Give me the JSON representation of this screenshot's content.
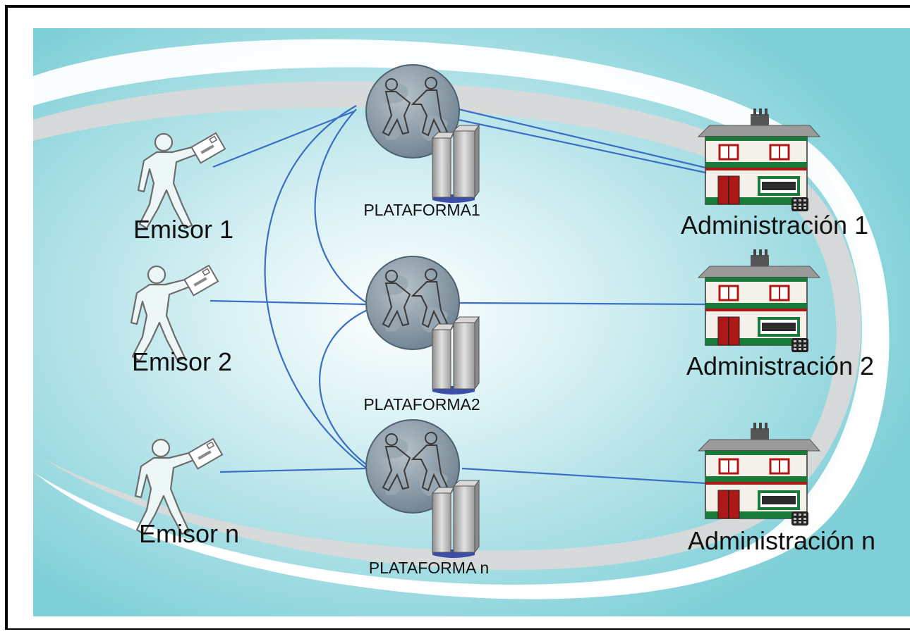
{
  "emisores": [
    {
      "label": "Emisor 1"
    },
    {
      "label": "Emisor 2"
    },
    {
      "label": "Emisor n"
    }
  ],
  "plataformas": [
    {
      "label": "PLATAFORMA1"
    },
    {
      "label": "PLATAFORMA2"
    },
    {
      "label": "PLATAFORMA n"
    }
  ],
  "administraciones": [
    {
      "label": "Administración 1"
    },
    {
      "label": "Administración 2"
    },
    {
      "label": "Administración n"
    }
  ],
  "colors": {
    "background_outer": "#7ecfd7",
    "background_center": "#ffffff",
    "link_line": "#3a6fc4",
    "swoosh": "#ffffff",
    "swoosh_shadow": "#d9d9d9",
    "building_wall": "#f4f1ea",
    "building_roof": "#9a9a9a",
    "building_trim": "#1a7a3a",
    "building_door": "#b01818",
    "server_body": "#b9b9b9",
    "server_base": "#3c4ea8",
    "globe": "#8fa0ac"
  },
  "icons": {
    "emisor": "person-with-letter-icon",
    "plataforma": "globe-handshake-server-icon",
    "administracion": "building-icon"
  }
}
